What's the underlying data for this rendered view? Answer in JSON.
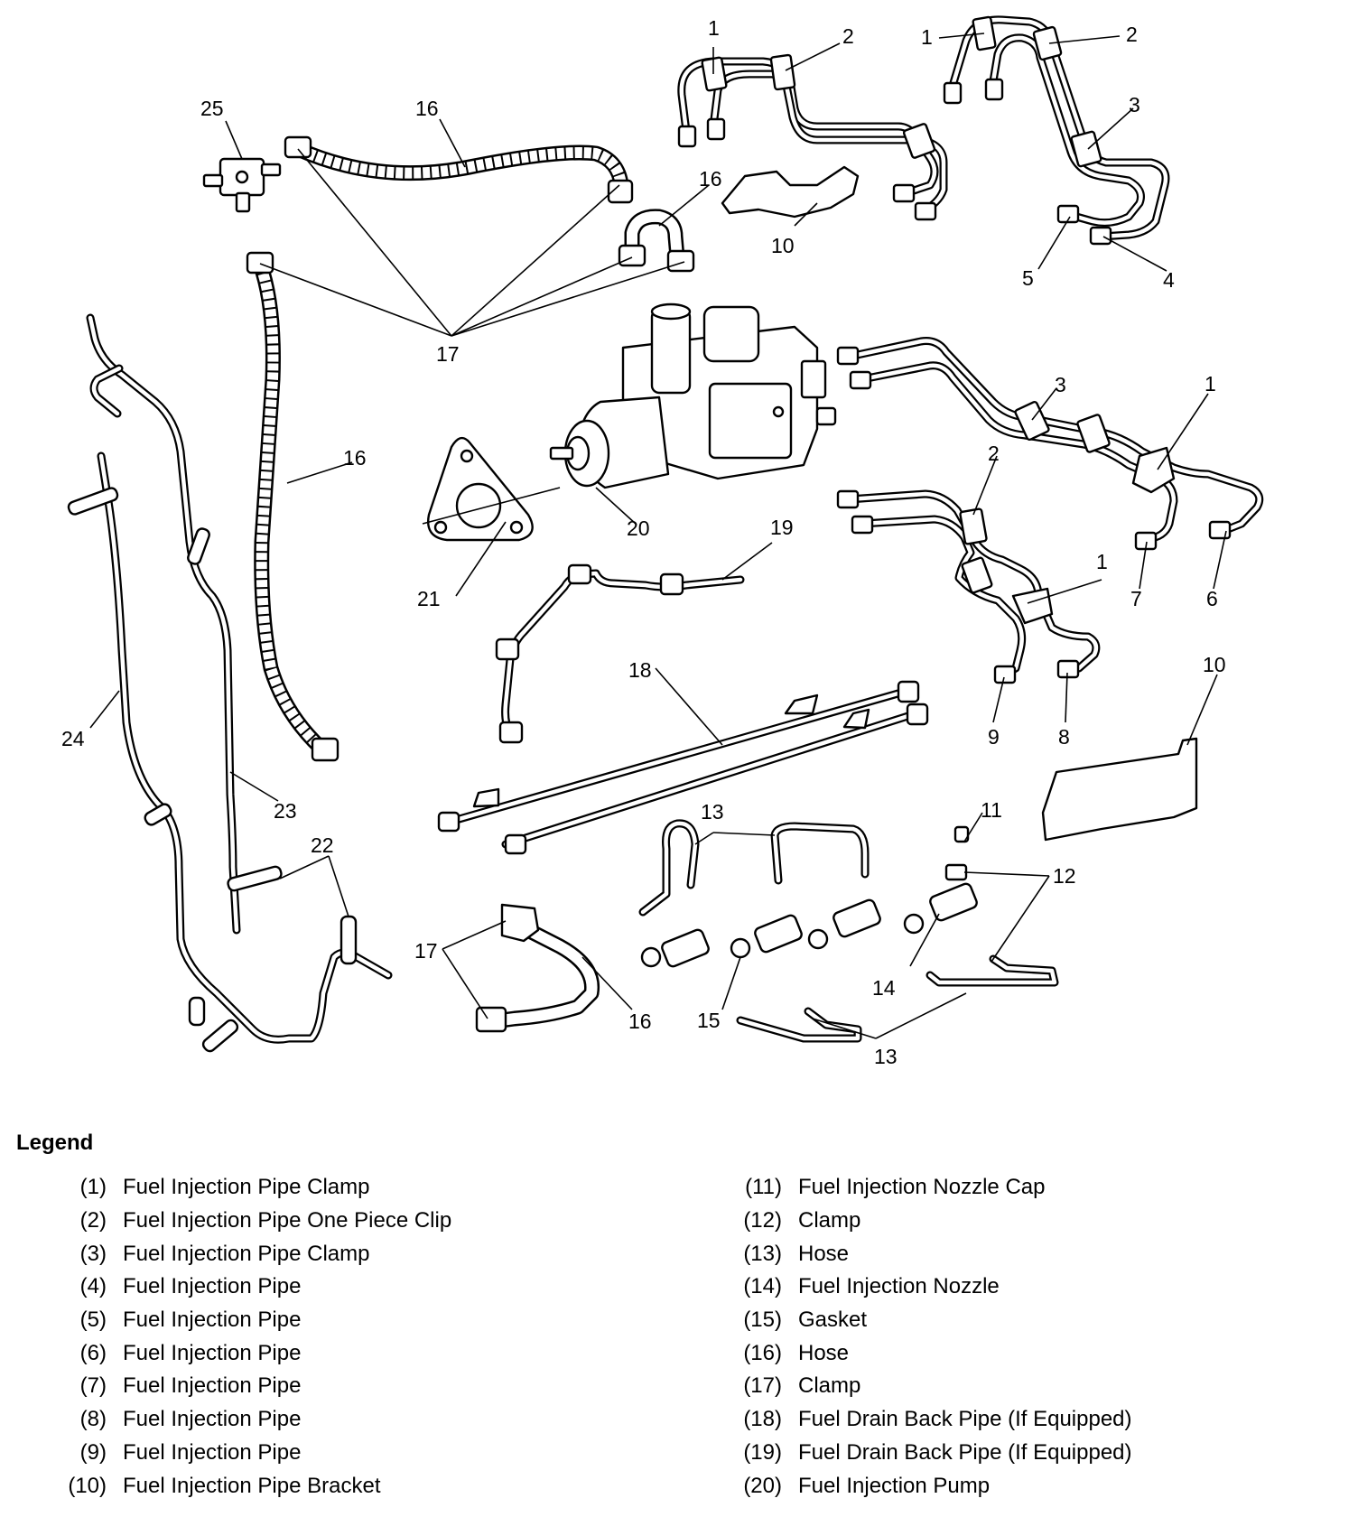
{
  "callouts": {
    "c1a": "1",
    "c2a": "2",
    "c1b": "1",
    "c2b": "2",
    "c3a": "3",
    "c4": "4",
    "c5": "5",
    "c25": "25",
    "c16a": "16",
    "c16b": "16",
    "c10a": "10",
    "c17a": "17",
    "c16c": "16",
    "c3b": "3",
    "c1c": "1",
    "c2c": "2",
    "c20": "20",
    "c19": "19",
    "c21": "21",
    "c1d": "1",
    "c7": "7",
    "c6": "6",
    "c18": "18",
    "c10b": "10",
    "c9": "9",
    "c8": "8",
    "c24": "24",
    "c23": "23",
    "c22": "22",
    "c13a": "13",
    "c11": "11",
    "c12": "12",
    "c17b": "17",
    "c16d": "16",
    "c15": "15",
    "c14": "14",
    "c13b": "13"
  },
  "legend": {
    "title": "Legend",
    "left": [
      {
        "num": "(1)",
        "label": "Fuel Injection Pipe Clamp"
      },
      {
        "num": "(2)",
        "label": "Fuel Injection Pipe One Piece Clip"
      },
      {
        "num": "(3)",
        "label": "Fuel Injection Pipe Clamp"
      },
      {
        "num": "(4)",
        "label": "Fuel Injection Pipe"
      },
      {
        "num": "(5)",
        "label": "Fuel Injection Pipe"
      },
      {
        "num": "(6)",
        "label": "Fuel Injection Pipe"
      },
      {
        "num": "(7)",
        "label": "Fuel Injection Pipe"
      },
      {
        "num": "(8)",
        "label": "Fuel Injection Pipe"
      },
      {
        "num": "(9)",
        "label": "Fuel Injection Pipe"
      },
      {
        "num": "(10)",
        "label": "Fuel Injection Pipe Bracket"
      }
    ],
    "right": [
      {
        "num": "(11)",
        "label": "Fuel Injection Nozzle Cap"
      },
      {
        "num": "(12)",
        "label": "Clamp"
      },
      {
        "num": "(13)",
        "label": "Hose"
      },
      {
        "num": "(14)",
        "label": "Fuel Injection Nozzle"
      },
      {
        "num": "(15)",
        "label": "Gasket"
      },
      {
        "num": "(16)",
        "label": "Hose"
      },
      {
        "num": "(17)",
        "label": "Clamp"
      },
      {
        "num": "(18)",
        "label": "Fuel Drain Back Pipe (If Equipped)"
      },
      {
        "num": "(19)",
        "label": "Fuel Drain Back Pipe (If Equipped)"
      },
      {
        "num": "(20)",
        "label": "Fuel Injection Pump"
      }
    ]
  }
}
